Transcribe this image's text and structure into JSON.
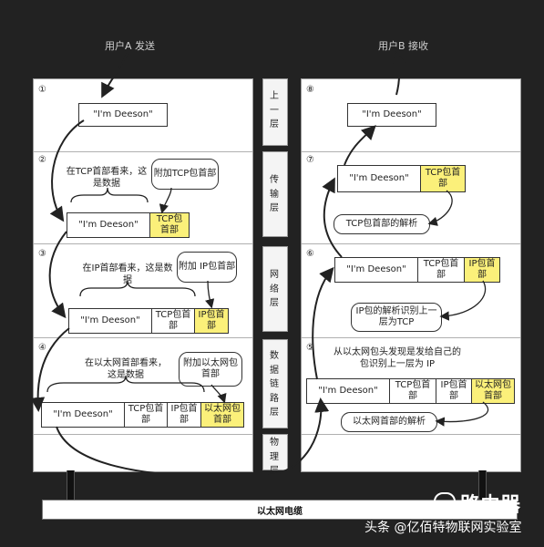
{
  "header": {
    "sender": "用户A 发送",
    "receiver": "用户B 接收"
  },
  "layers_column": {
    "app": [
      "上",
      "一",
      "层"
    ],
    "transport": [
      "传",
      "输",
      "层"
    ],
    "network": [
      "网",
      "络",
      "层"
    ],
    "datalink": [
      "数",
      "据",
      "链",
      "路",
      "层"
    ],
    "physical": [
      "物",
      "理",
      "层"
    ]
  },
  "left": {
    "n1": "①",
    "n2": "②",
    "n3": "③",
    "n4": "④",
    "msg": "\"I'm Deeson\"",
    "t_note": "在TCP首部看来，这是数据",
    "t_add": "附加TCP包首部",
    "t_data": "\"I'm Deeson\"",
    "t_tcp": "TCP包首部",
    "n_note": "在IP首部看来，这是数据",
    "n_add": "附加 IP包首部",
    "n_data": "\"I'm Deeson\"",
    "n_tcp": "TCP包首部",
    "n_ip": "IP包首部",
    "d_note": "在以太网首部看来，这是数据",
    "d_add": "附加以太网包首部",
    "d_data": "\"I'm Deeson\"",
    "d_tcp": "TCP包首部",
    "d_ip": "IP包首部",
    "d_eth": "以太网包首部"
  },
  "right": {
    "n8": "⑧",
    "n7": "⑦",
    "n6": "⑥",
    "n5": "⑤",
    "msg": "\"I'm Deeson\"",
    "t_data": "\"I'm Deeson\"",
    "t_tcp": "TCP包首部",
    "t_parse": "TCP包首部的解析",
    "n_data": "\"I'm Deeson\"",
    "n_tcp": "TCP包首部",
    "n_ip": "IP包首部",
    "n_parse": "IP包的解析识别上一层为TCP",
    "d_note": "从以太网包头发现是发给自己的包识别上一层为 IP",
    "d_data": "\"I'm Deeson\"",
    "d_tcp": "TCP包首部",
    "d_ip": "IP包首部",
    "d_eth": "以太网包首部",
    "d_parse": "以太网首部的解析"
  },
  "cable": "以太网电缆",
  "watermark": {
    "brand": "路由器",
    "source": "头条 @亿佰特物联网实验室"
  },
  "colors": {
    "highlight": "#fbf07a",
    "background": "#222222"
  }
}
